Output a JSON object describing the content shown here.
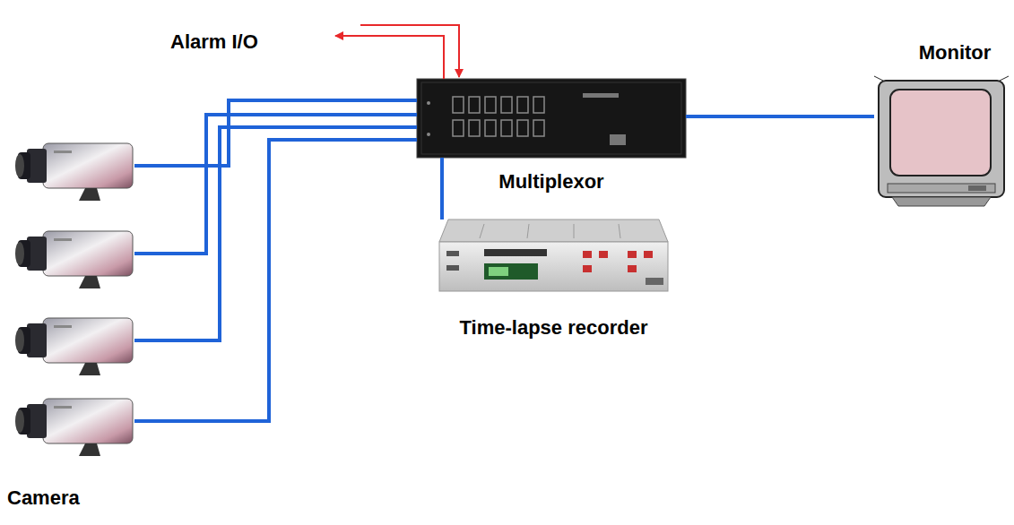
{
  "diagram": {
    "nodes": [
      {
        "text": [
          "Camera"
        ]
      },
      {
        "text": [
          "Multiplexor"
        ]
      },
      {
        "text": [
          "Time-lapse recorder"
        ]
      },
      {
        "text": [
          "Monitor"
        ]
      }
    ],
    "edges": [
      {
        "from": 0,
        "to": 1,
        "arrow": "none"
      },
      {
        "from": 0,
        "to": 1,
        "arrow": "none"
      },
      {
        "from": 0,
        "to": 1,
        "arrow": "none"
      },
      {
        "from": 0,
        "to": 1,
        "arrow": "none"
      },
      {
        "from": 1,
        "to": 3,
        "arrow": "none"
      },
      {
        "from": 1,
        "to": 2,
        "arrow": "none"
      }
    ],
    "labels": [
      "Alarm I/O"
    ]
  }
}
